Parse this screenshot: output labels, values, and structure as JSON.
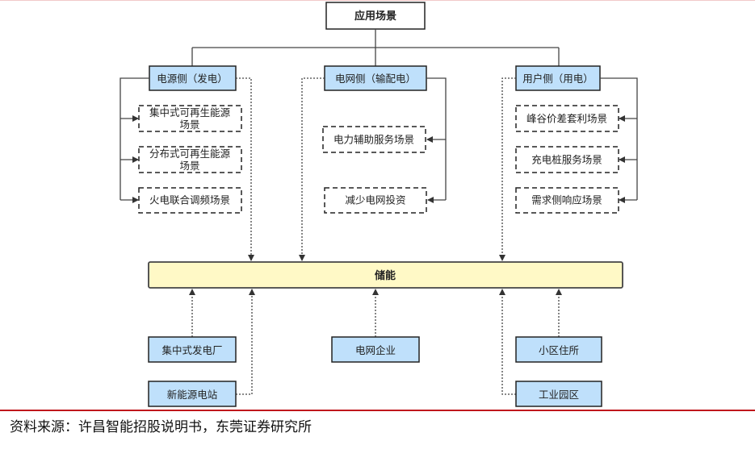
{
  "diagram": {
    "root": {
      "label": "应用场景"
    },
    "categories": [
      {
        "id": "gen",
        "label": "电源侧（发电）",
        "children": [
          "集中式可再生能源|场景",
          "分布式可再生能源|场景",
          "火电联合调频场景"
        ]
      },
      {
        "id": "grid",
        "label": "电网侧（输配电）",
        "children": [
          "电力辅助服务场景",
          "减少电网投资"
        ]
      },
      {
        "id": "user",
        "label": "用户侧（用电）",
        "children": [
          "峰谷价差套利场景",
          "充电桩服务场景",
          "需求侧响应场景"
        ]
      }
    ],
    "hub": {
      "label": "储能"
    },
    "participants": [
      {
        "label": "集中式发电厂"
      },
      {
        "label": "新能源电站"
      },
      {
        "label": "电网企业"
      },
      {
        "label": "小区住所"
      },
      {
        "label": "工业园区"
      }
    ],
    "colors": {
      "category_fill": "#bfe0fb",
      "hub_fill": "#fff9c6",
      "stroke": "#333333",
      "source_rule": "#c0171c"
    }
  },
  "source": "资料来源：许昌智能招股说明书，东莞证券研究所"
}
